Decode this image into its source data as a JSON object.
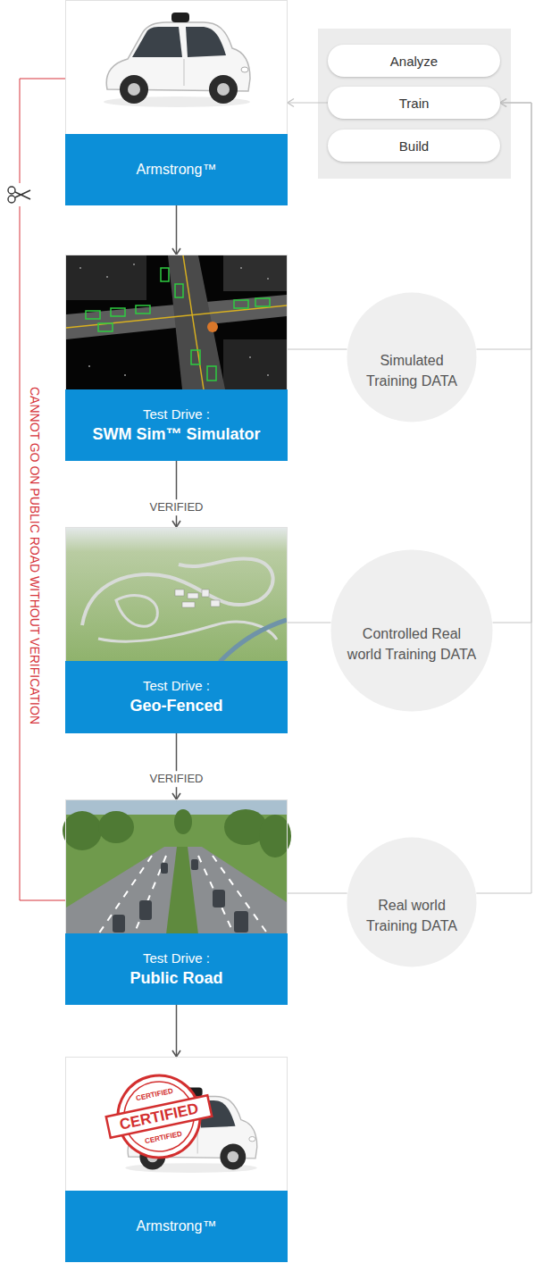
{
  "diagram": {
    "nodes": [
      {
        "text": [
          "Armstrong™"
        ]
      },
      {
        "text": [
          "Analyze"
        ]
      },
      {
        "text": [
          "Train"
        ]
      },
      {
        "text": [
          "Build"
        ]
      },
      {
        "text": [
          "Test Drive :",
          "SWM Sim™ Simulator"
        ]
      },
      {
        "text": [
          "Simulated Training DATA"
        ]
      },
      {
        "text": [
          "Test Drive :",
          "Geo-Fenced"
        ]
      },
      {
        "text": [
          "Controlled Real world Training DATA"
        ]
      },
      {
        "text": [
          "Test Drive :",
          "Public Road"
        ]
      },
      {
        "text": [
          "Real world Training DATA"
        ]
      },
      {
        "text": [
          "Armstrong™"
        ]
      }
    ],
    "edges": [
      {
        "from": 2,
        "to": 0,
        "arrow": "to"
      },
      {
        "from": 0,
        "to": 4,
        "arrow": "to"
      },
      {
        "from": 4,
        "to": 6,
        "arrow": "to",
        "label": "VERIFIED"
      },
      {
        "from": 6,
        "to": 8,
        "arrow": "to",
        "label": "VERIFIED"
      },
      {
        "from": 8,
        "to": 10,
        "arrow": "to"
      },
      {
        "from": 4,
        "to": 5,
        "arrow": "none"
      },
      {
        "from": 5,
        "to": 2,
        "arrow": "to"
      },
      {
        "from": 6,
        "to": 7,
        "arrow": "none"
      },
      {
        "from": 7,
        "to": 2,
        "arrow": "to"
      },
      {
        "from": 8,
        "to": 9,
        "arrow": "none"
      },
      {
        "from": 9,
        "to": 2,
        "arrow": "to"
      },
      {
        "from": 0,
        "to": 8,
        "arrow": "none",
        "label": "CANNOT GO ON PUBLIC ROAD WITHOUT VERIFICATION"
      }
    ],
    "labels": [
      "CERTIFIED",
      "CERTIFIED",
      "CERTIFIED"
    ]
  }
}
